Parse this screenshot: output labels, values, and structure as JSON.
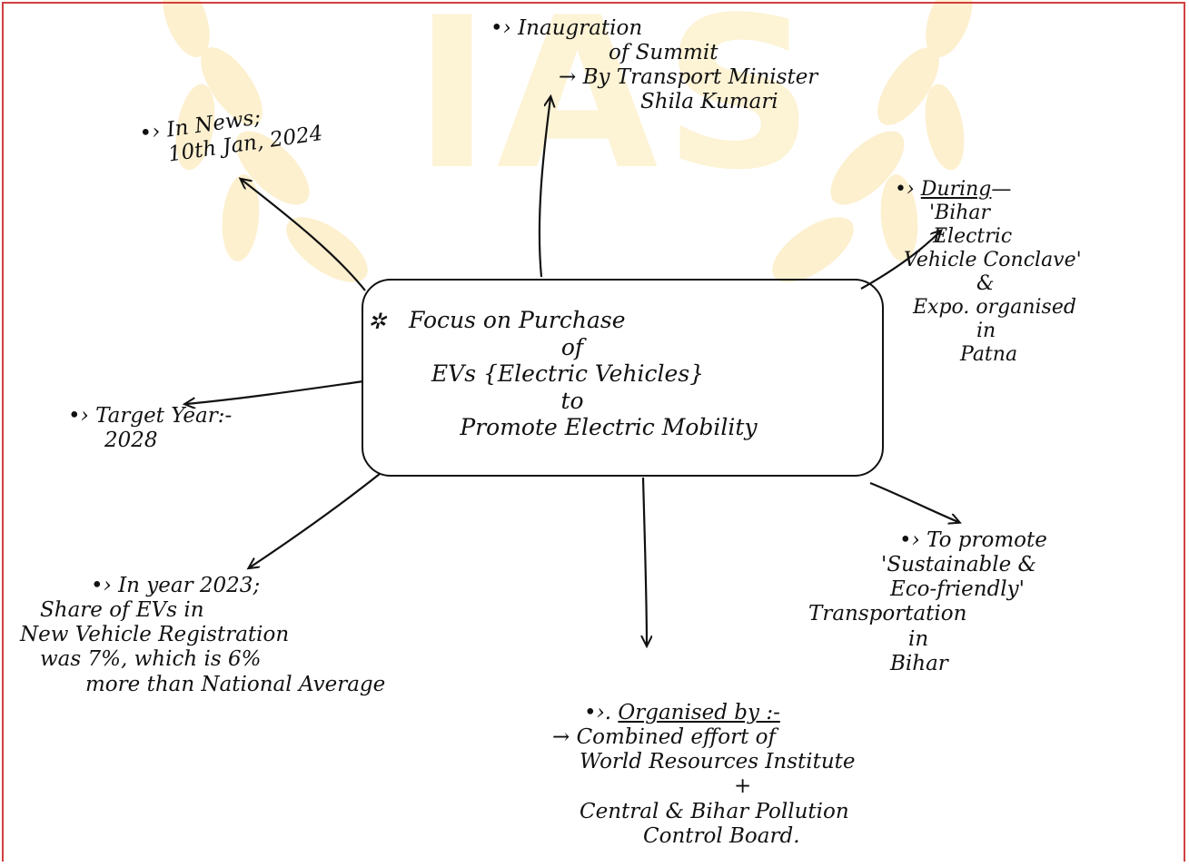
{
  "watermark": {
    "text": "IAS",
    "color": "#fdf3d5"
  },
  "center": {
    "line1": "Focus on Purchase",
    "line2": "of",
    "line3": "EVs {Electric Vehicles}",
    "line4": "to",
    "line5": "Promote Electric Mobility"
  },
  "nodes": {
    "in_news": {
      "label": "In News;",
      "date": "10th Jan, 2024"
    },
    "inauguration": {
      "line1": "Inaugration",
      "line2": "of Summit",
      "line3": "→ By Transport Minister",
      "line4": "Shila Kumari"
    },
    "during": {
      "heading": "During",
      "line1": "'Bihar",
      "line2": "Electric",
      "line3": "Vehicle Conclave'",
      "line4": "&",
      "line5": "Expo. organised",
      "line6": "in",
      "line7": "Patna"
    },
    "target": {
      "label": "Target Year:-",
      "value": "2028"
    },
    "year2023": {
      "line1": "In year 2023;",
      "line2": "Share of EVs in",
      "line3": "New Vehicle Registration",
      "line4": "was 7%, which is 6%",
      "line5": "more than National Average"
    },
    "organised": {
      "heading": "Organised by :-",
      "line1": "→ Combined effort of",
      "line2": "World Resources Institute",
      "line3": "+",
      "line4": "Central & Bihar Pollution",
      "line5": "Control Board."
    },
    "promote": {
      "line1": "To promote",
      "line2": "'Sustainable &",
      "line3": "Eco-friendly'",
      "line4": "Transportation",
      "line5": "in",
      "line6": "Bihar"
    }
  },
  "colors": {
    "ink": "#111111",
    "border": "#d04040",
    "watermark": "#fdf3d5"
  }
}
